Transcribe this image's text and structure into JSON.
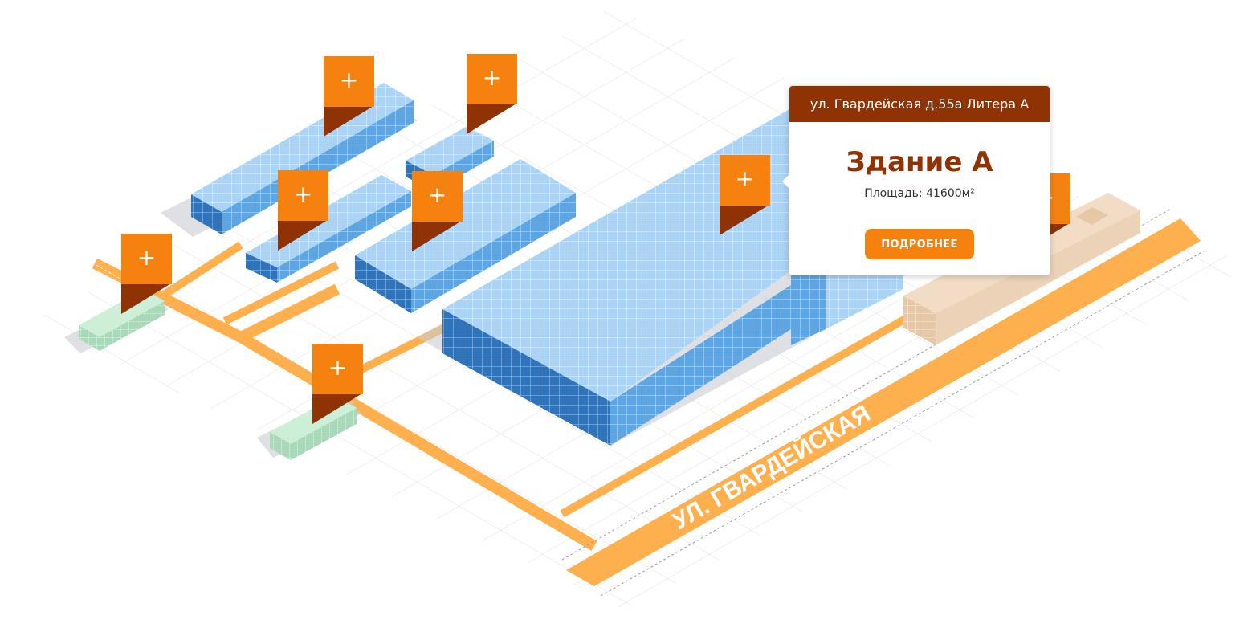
{
  "map": {
    "street_label": "УЛ. ГВАРДЕЙСКАЯ",
    "marker_symbol": "+",
    "markers": [
      {
        "building": "north-west-wing"
      },
      {
        "building": "north-annex"
      },
      {
        "building": "middle-wing"
      },
      {
        "building": "middle-block"
      },
      {
        "building": "west-kiosk"
      },
      {
        "building": "south-kiosk"
      },
      {
        "building": "building-a"
      },
      {
        "building": "east-building"
      }
    ]
  },
  "popup": {
    "address": "ул. Гвардейская д.55а Литера А",
    "title": "Здание А",
    "area": "Площадь: 41600м²",
    "button_label": "ПОДРОБНЕЕ"
  },
  "colors": {
    "marker": "#f5820e",
    "marker_shadow": "#8f3304",
    "road": "#fdb04d",
    "building_top": "#a9d3f7",
    "building_side_left": "#3f86cc",
    "building_side_right": "#6aaeea",
    "kiosk": "#b9e2c6",
    "annex": "#f3dcc5",
    "popup_header": "#8f3304"
  }
}
